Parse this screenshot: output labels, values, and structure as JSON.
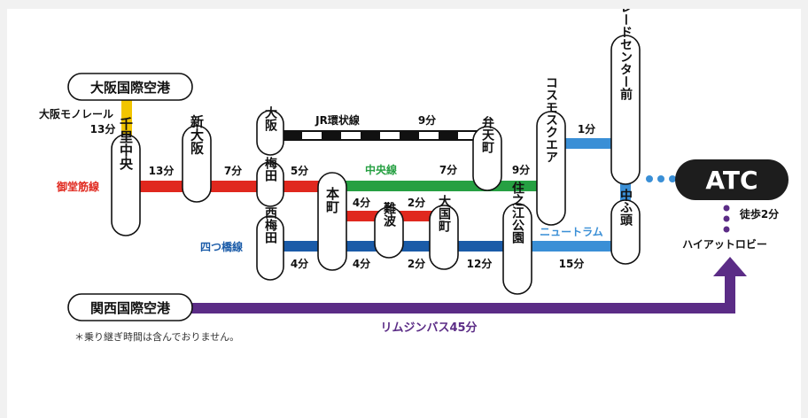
{
  "stations": {
    "itami": "大阪国際空港",
    "kansai": "関西国際空港",
    "senri": "千里中央",
    "shinosaka": "新大阪",
    "umeda": "梅田",
    "osaka": "大阪",
    "nishiumeda": "西梅田",
    "honmachi": "本町",
    "namba": "難波",
    "daikokucho": "大国町",
    "bentencho": "弁天町",
    "suminoekoen": "住之江公園",
    "cosmosquare": "コスモスクエア",
    "tradecentermae": "トレードセンター前",
    "nakafuto": "中ふ頭",
    "atc": "ATC"
  },
  "lines": {
    "monorail": "大阪モノレール",
    "midosuji": "御堂筋線",
    "jr_loop": "JR環状線",
    "chuo": "中央線",
    "yotsubashi": "四つ橋線",
    "newtram": "ニュートラム",
    "limousine": "リムジンバス45分"
  },
  "times": {
    "monorail": "13分",
    "senri_shinosaka": "13分",
    "shinosaka_umeda": "7分",
    "umeda_honmachi": "5分",
    "jr_loop": "9分",
    "honmachi_bentencho": "7分",
    "bentencho_cosmo": "9分",
    "cosmo_trade": "1分",
    "honmachi_namba_red": "4分",
    "namba_daikoku_red": "2分",
    "nishiumeda_honmachi": "4分",
    "honmachi_namba_blue": "4分",
    "namba_daikoku_blue": "2分",
    "daikoku_suminoe": "12分",
    "suminoe_nakafuto": "15分"
  },
  "walk": "徒歩2分",
  "lobby": "ハイアットロビー",
  "note": "＊乗り継ぎ時間は含んでおりません。",
  "colors": {
    "monorail": "#f2c500",
    "midosuji": "#e0281e",
    "jr": "#111111",
    "chuo": "#26a042",
    "yotsubashi": "#1a5ba8",
    "newtram": "#3a8fd6",
    "bus": "#5b2c86"
  }
}
